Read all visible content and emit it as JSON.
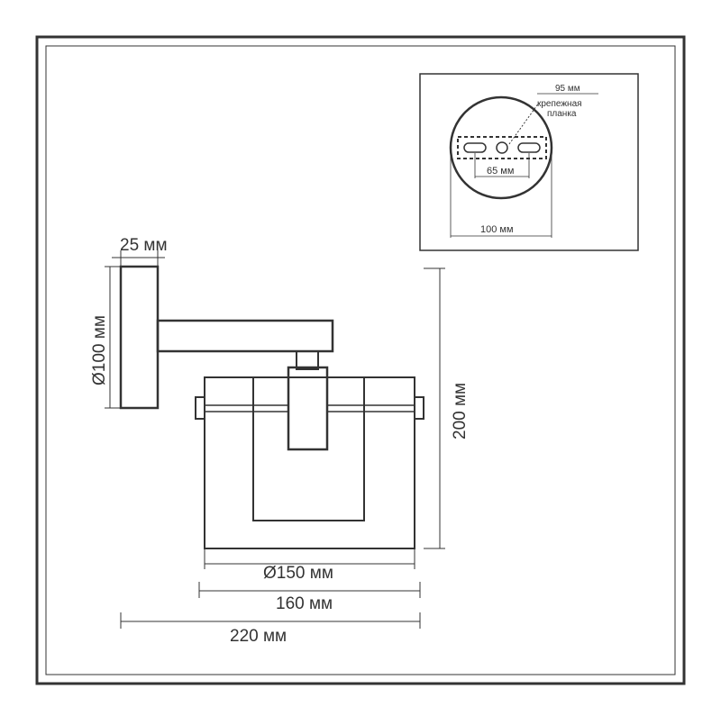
{
  "drawing": {
    "line_color": "#333333",
    "frame_color": "#333333",
    "background": "#ffffff"
  },
  "dimensions": {
    "base_depth": "25 мм",
    "base_diameter": "Ø100 мм",
    "height": "200 мм",
    "shade_diameter": "Ø150 мм",
    "shade_width": "160 мм",
    "total_depth": "220 мм"
  },
  "inset": {
    "plate_length": "95 мм",
    "plate_label_line1": "крепежная",
    "plate_label_line2": "планка",
    "hole_spacing": "65 мм",
    "base_diameter": "100 мм"
  }
}
